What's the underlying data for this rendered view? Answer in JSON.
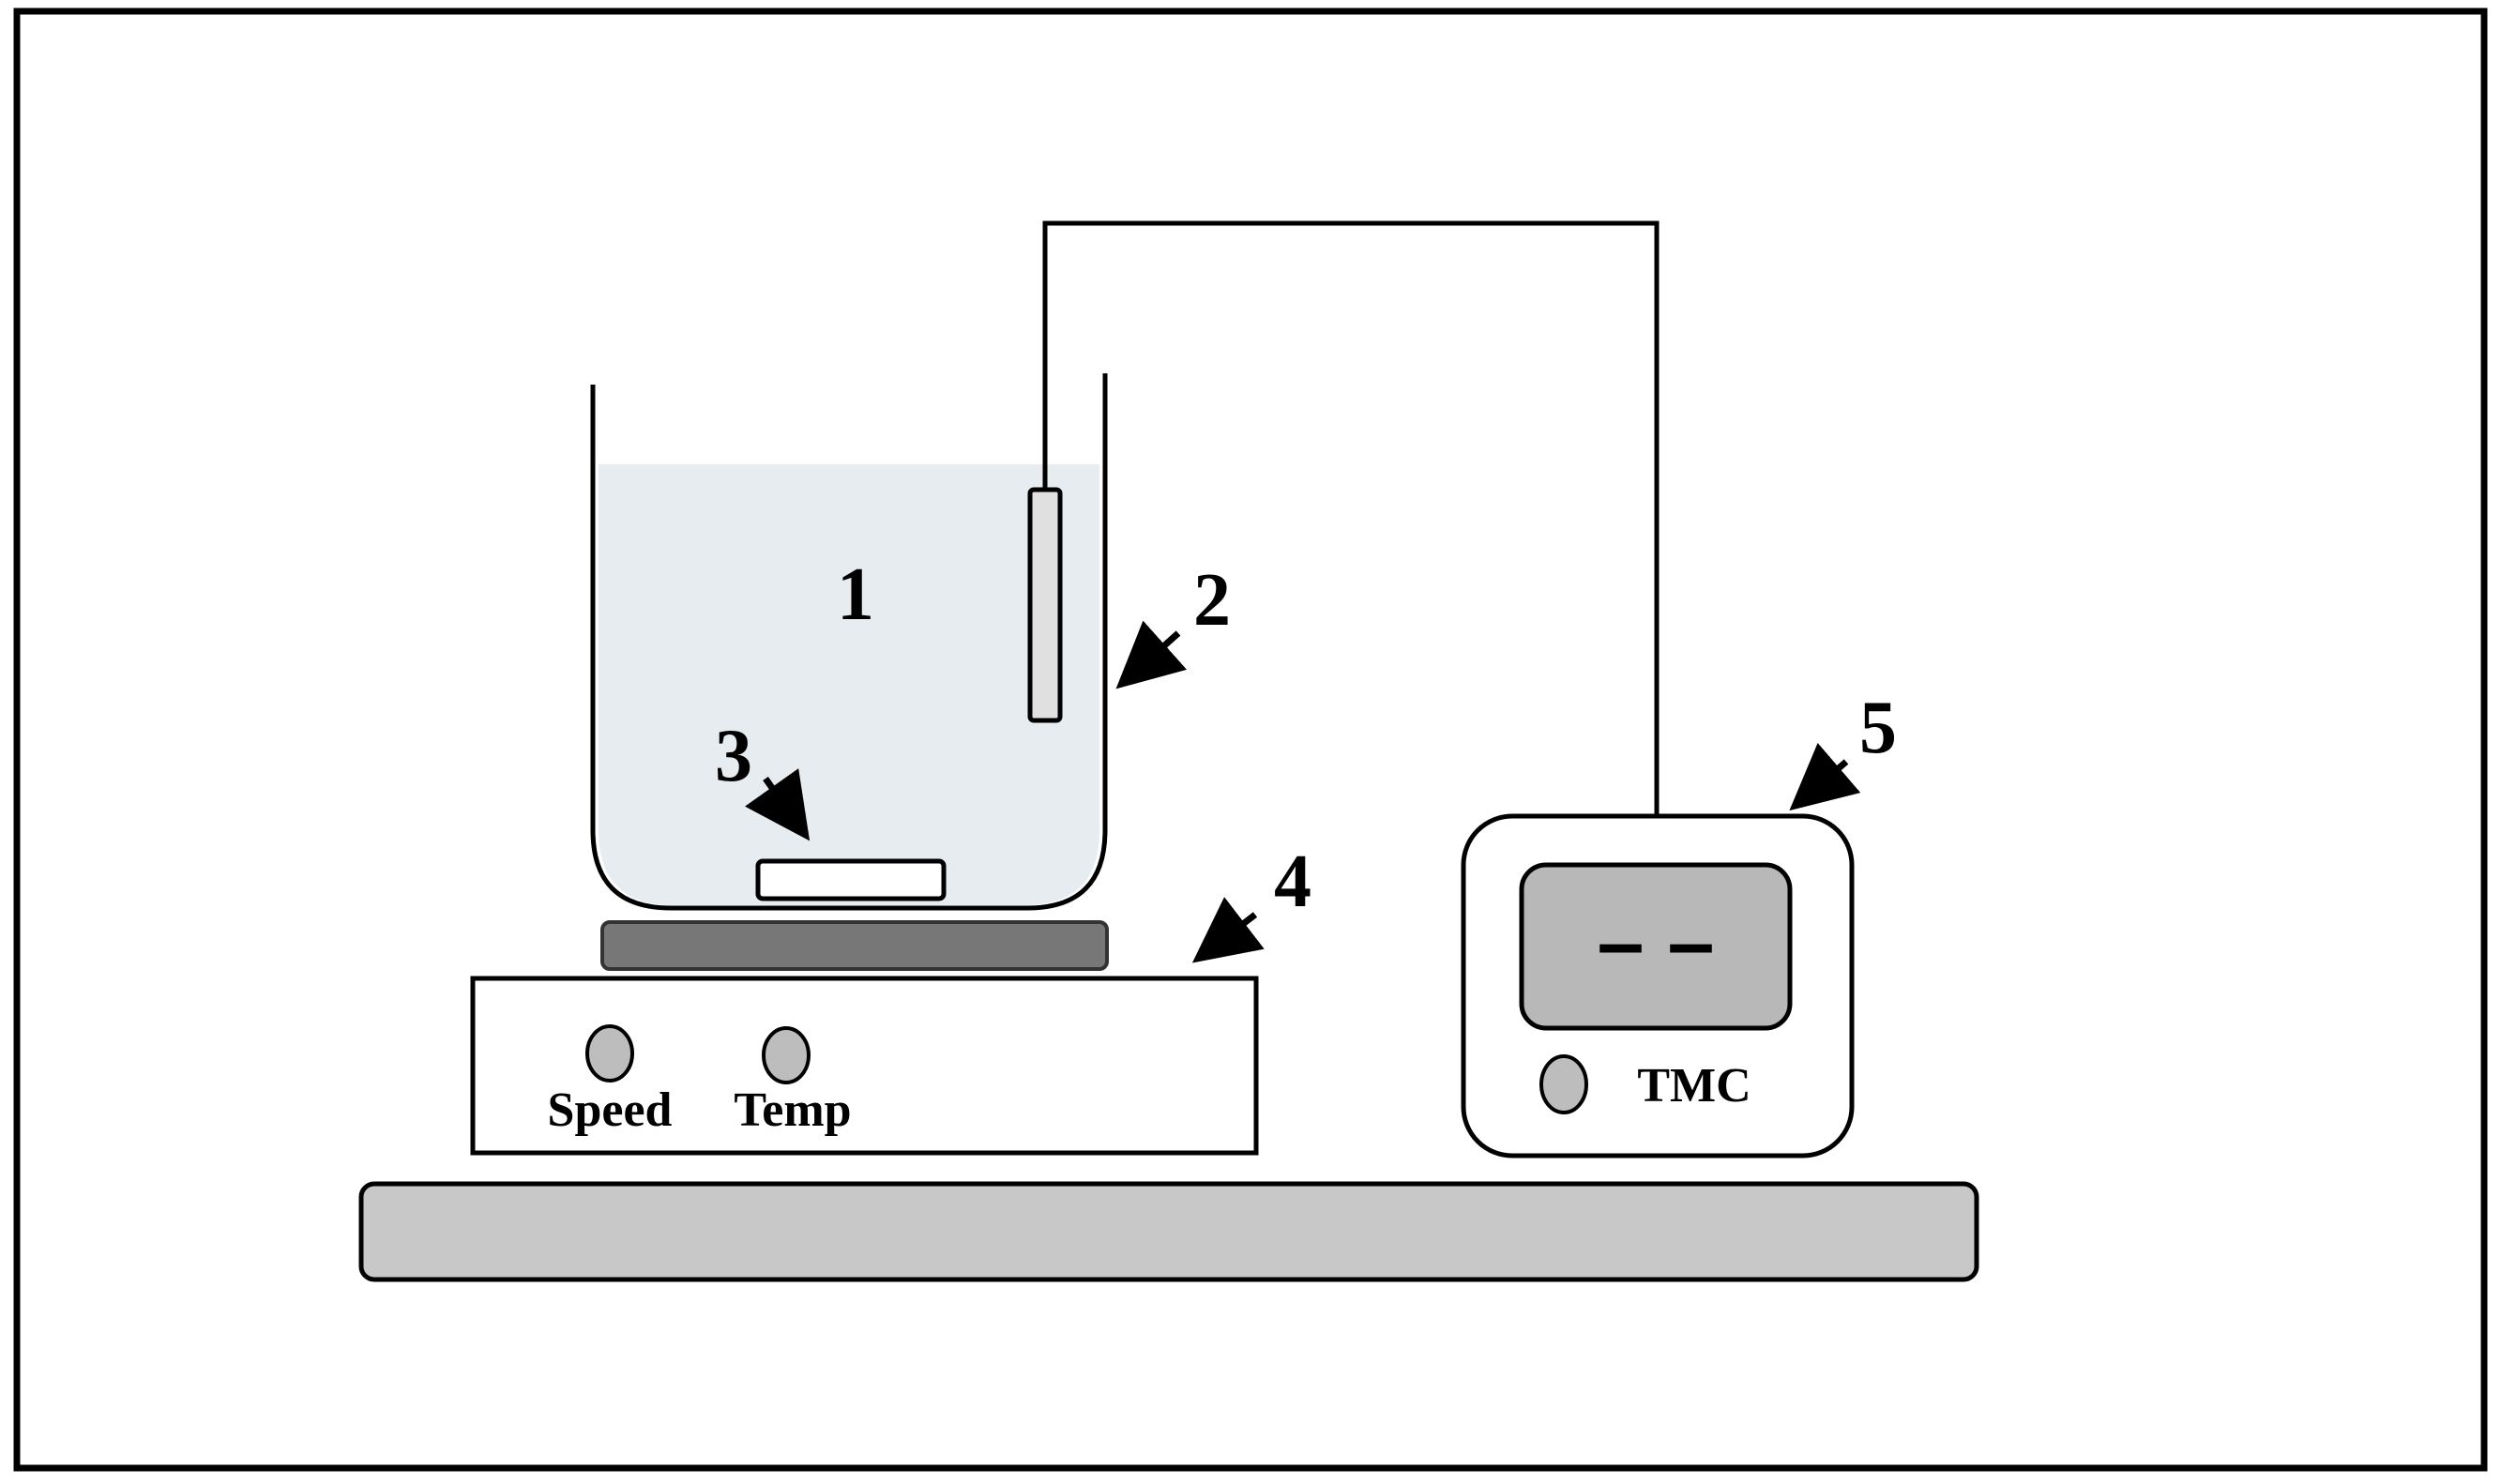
{
  "diagram": {
    "labels": {
      "beaker": "1",
      "probe": "2",
      "stir_bar": "3",
      "stirrer_hotplate": "4",
      "controller": "5"
    },
    "stirrer": {
      "knob_speed_label": "Speed",
      "knob_temp_label": "Temp"
    },
    "controller": {
      "display": "– –",
      "label": "TMC"
    },
    "colors": {
      "liquid": "#e6ecef",
      "plate": "#777777",
      "knob": "#bdbdbd",
      "display_screen": "#b8b8b8",
      "base": "#c8c8c8",
      "outline": "#000000"
    }
  }
}
